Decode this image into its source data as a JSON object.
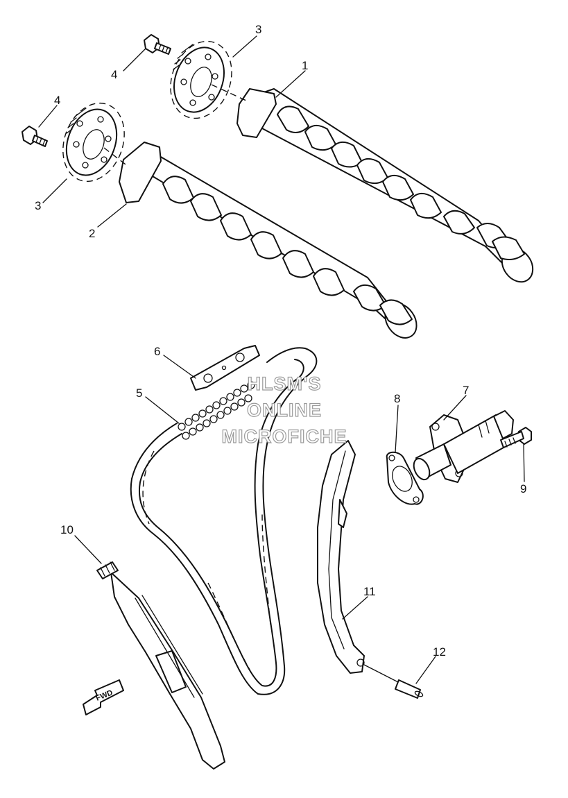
{
  "callouts": {
    "p1": "1",
    "p2": "2",
    "p3a": "3",
    "p3b": "3",
    "p4a": "4",
    "p4b": "4",
    "p5": "5",
    "p6": "6",
    "p7": "7",
    "p8": "8",
    "p9": "9",
    "p10": "10",
    "p11": "11",
    "p12": "12"
  },
  "watermark": {
    "line1": "HLSM'S",
    "line2": "ONLINE",
    "line3": "MICROFICHE"
  },
  "direction_label": "FWD"
}
